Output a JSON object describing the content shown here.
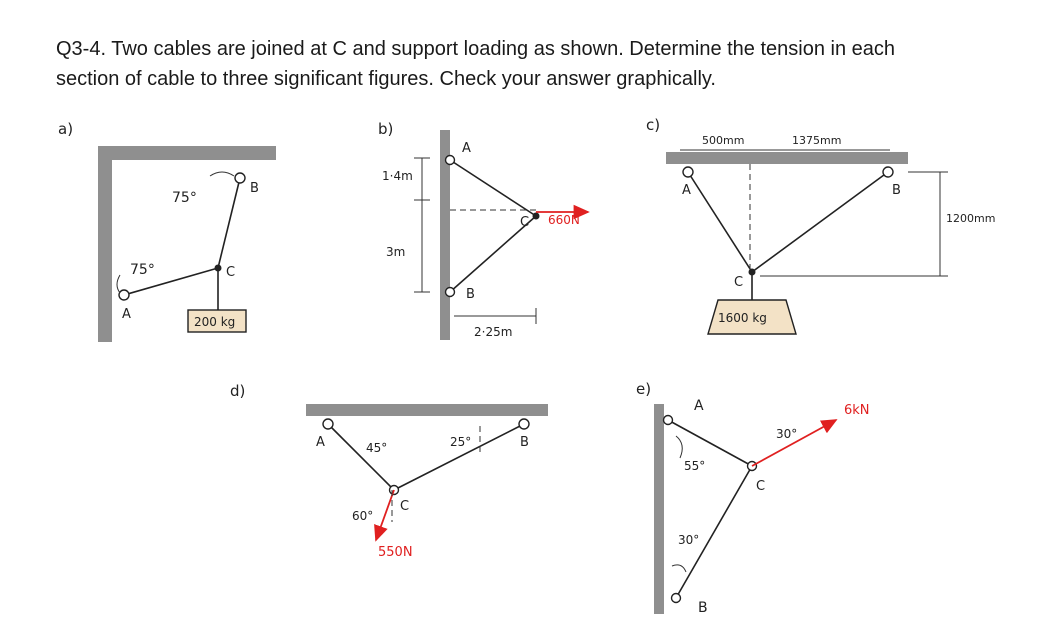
{
  "problem": {
    "line1": "Q3-4. Two cables are joined at C and support loading as shown.  Determine the tension in each",
    "line2": "section of cable to three significant figures.  Check your answer graphically."
  },
  "parts": {
    "a": {
      "tag": "a)",
      "angle_top": "75°",
      "angle_left": "75°",
      "label_A": "A",
      "label_B": "B",
      "label_C": "C",
      "load": "200 kg"
    },
    "b": {
      "tag": "b)",
      "dim_top": "1·4m",
      "dim_side": "3m",
      "dim_bottom": "2·25m",
      "label_A": "A",
      "label_B": "B",
      "label_C": "C",
      "force": "660N"
    },
    "c": {
      "tag": "c)",
      "dim_1": "500mm",
      "dim_2": "1375mm",
      "dim_3": "1200mm",
      "label_A": "A",
      "label_B": "B",
      "label_C": "C",
      "load": "1600 kg"
    },
    "d": {
      "tag": "d)",
      "angle_A": "45°",
      "angle_B": "25°",
      "angle_C": "60°",
      "label_A": "A",
      "label_B": "B",
      "label_C": "C",
      "force": "550N"
    },
    "e": {
      "tag": "e)",
      "angle_top": "55°",
      "angle_bottom": "30°",
      "angle_force": "30°",
      "label_A": "A",
      "label_B": "B",
      "label_C": "C",
      "force": "6kN"
    }
  },
  "colors": {
    "force": "#e02020",
    "load_box": "#f3e2c6",
    "wall": "#8f8f8f"
  }
}
